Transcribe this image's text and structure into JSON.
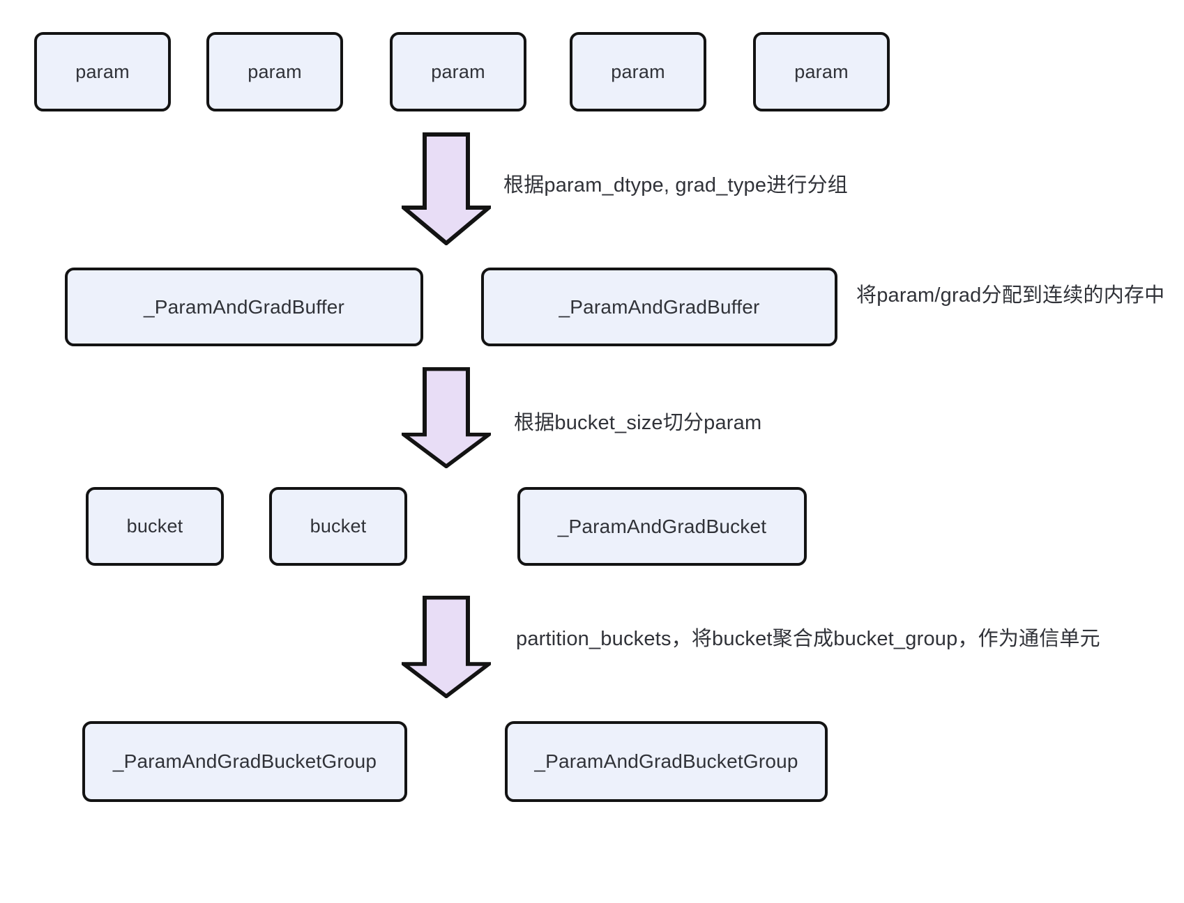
{
  "colors": {
    "canvas_bg": "#ffffff",
    "box_fill": "#edf1fb",
    "box_border": "#131313",
    "arrow_fill": "#e8ddf6",
    "arrow_border": "#131313",
    "text_color": "#303238"
  },
  "icons": {
    "down_arrow": "block-down-arrow"
  },
  "diagram": {
    "param_row": [
      "param",
      "param",
      "param",
      "param",
      "param"
    ],
    "buffer_row": [
      "_ParamAndGradBuffer",
      "_ParamAndGradBuffer"
    ],
    "buffer_note": "将param/grad分配到连续的内存中",
    "bucket_row": [
      "bucket",
      "bucket",
      "_ParamAndGradBucket"
    ],
    "bucket_group_row": [
      "_ParamAndGradBucketGroup",
      "_ParamAndGradBucketGroup"
    ],
    "arrow_labels": [
      "根据param_dtype, grad_type进行分组",
      "根据bucket_size切分param",
      "partition_buckets，将bucket聚合成bucket_group，作为通信单元"
    ]
  }
}
